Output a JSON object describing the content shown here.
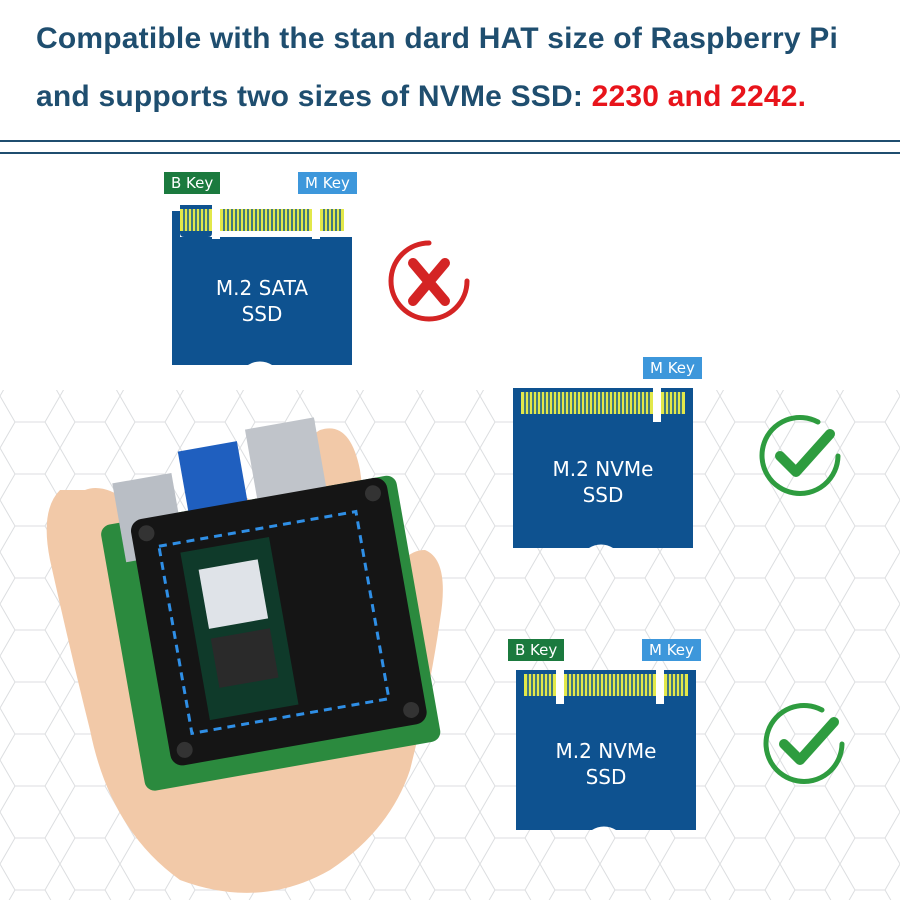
{
  "header": {
    "line1": "Compatible with the stan dard HAT size of Raspberry Pi",
    "line2_prefix": "and supports two sizes of NVMe SSD: ",
    "line2_highlight": "2230 and 2242."
  },
  "cards": {
    "sata": {
      "b_key": "B Key",
      "m_key": "M Key",
      "name_l1": "M.2 SATA",
      "name_l2": "SSD",
      "status": "incompatible"
    },
    "nvme_m": {
      "m_key": "M Key",
      "name_l1": "M.2 NVMe",
      "name_l2": "SSD",
      "status": "compatible"
    },
    "nvme_bm": {
      "b_key": "B Key",
      "m_key": "M Key",
      "name_l1": "M.2 NVMe",
      "name_l2": "SSD",
      "status": "compatible"
    }
  },
  "colors": {
    "headline": "#1f4e6f",
    "highlight": "#e8141b",
    "card": "#0e5290",
    "contact": "#e2e84a",
    "b_key": "#1b7a3e",
    "m_key": "#3d97db",
    "cross": "#d42424",
    "check": "#2e9c3f"
  },
  "icons": {
    "cross": "cross-circle-icon",
    "check": "check-circle-icon"
  }
}
